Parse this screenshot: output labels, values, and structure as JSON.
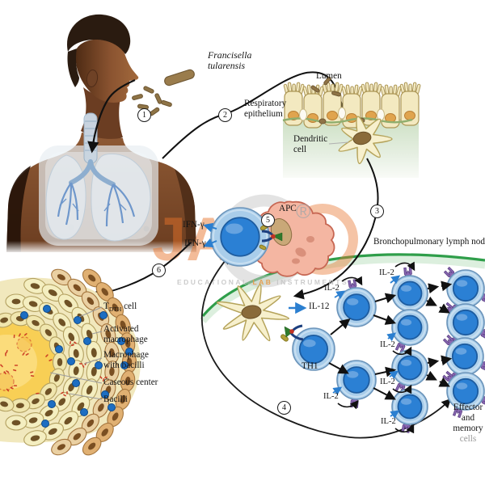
{
  "figure": {
    "pathogen_label": {
      "line1": "Francisella",
      "line2": "tularensis"
    },
    "steps": [
      "1",
      "2",
      "3",
      "4",
      "5",
      "6"
    ],
    "inset": {
      "lumen": "Lumen",
      "epithelium_line1": "Respiratory",
      "epithelium_line2": "epithelium",
      "dendritic_line1": "Dendritic",
      "dendritic_line2": "cell"
    },
    "priming": {
      "apc": "APC",
      "ifn_gamma_top": "IFN-γ",
      "ifn_gamma_bottom": "IFN-γ"
    },
    "lymph_node": {
      "title": "Bronchopulmonary lymph node",
      "il12": "IL-12",
      "th1": "TH1",
      "il2": "IL-2",
      "effector_line1": "Effector",
      "effector_line2": "and",
      "effector_line3": "memory",
      "effector_line4": "cells"
    },
    "granuloma": {
      "tdth_pre": "T",
      "tdth_sub": "DTH",
      "tdth_post": " cell",
      "activated_line1": "Activated",
      "activated_line2": "macrophage",
      "bacilli_mac_line1": "Macrophage",
      "bacilli_mac_line2": "with bacilli",
      "caseous": "Caseous center",
      "bacilli": "Bacilli"
    }
  },
  "watermark": {
    "brand_letters": "JAi",
    "registered": "®",
    "tagline_pre": "EDUCATIONAL ",
    "tagline_mid": "LAB",
    "tagline_post": " INSTRUMENTS"
  },
  "colors": {
    "t_cell_blue": "#2b80d4",
    "t_cell_membrane": "#a9cdea",
    "apc_pink": "#f4b6a2",
    "dendritic_cream": "#f7f0cd",
    "lymph_node_green": "#2f9e4a",
    "receptor_purple": "#8a68b2",
    "bacteria_brown": "#96784a",
    "caseous_yellow": "#f8cf55",
    "bacilli_red": "#c9331f",
    "watermark_orange": "#e8732a",
    "cytokine_blue": "#2b7fd0",
    "arrow_black": "#111111"
  }
}
